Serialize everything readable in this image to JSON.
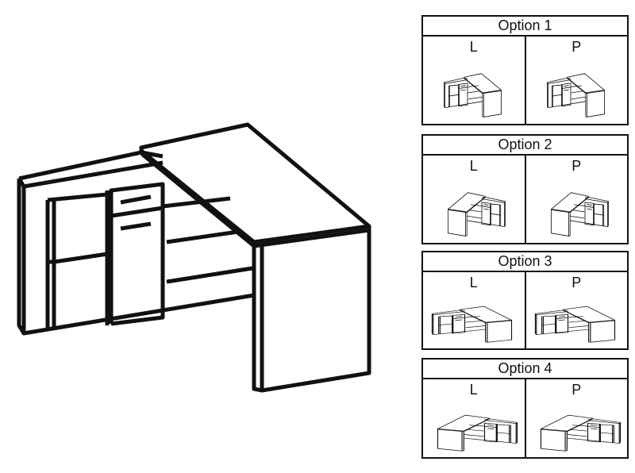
{
  "options": [
    {
      "title": "Option 1",
      "left_label": "L",
      "right_label": "P"
    },
    {
      "title": "Option 2",
      "left_label": "L",
      "right_label": "P"
    },
    {
      "title": "Option 3",
      "left_label": "L",
      "right_label": "P"
    },
    {
      "title": "Option 4",
      "left_label": "L",
      "right_label": "P"
    }
  ]
}
